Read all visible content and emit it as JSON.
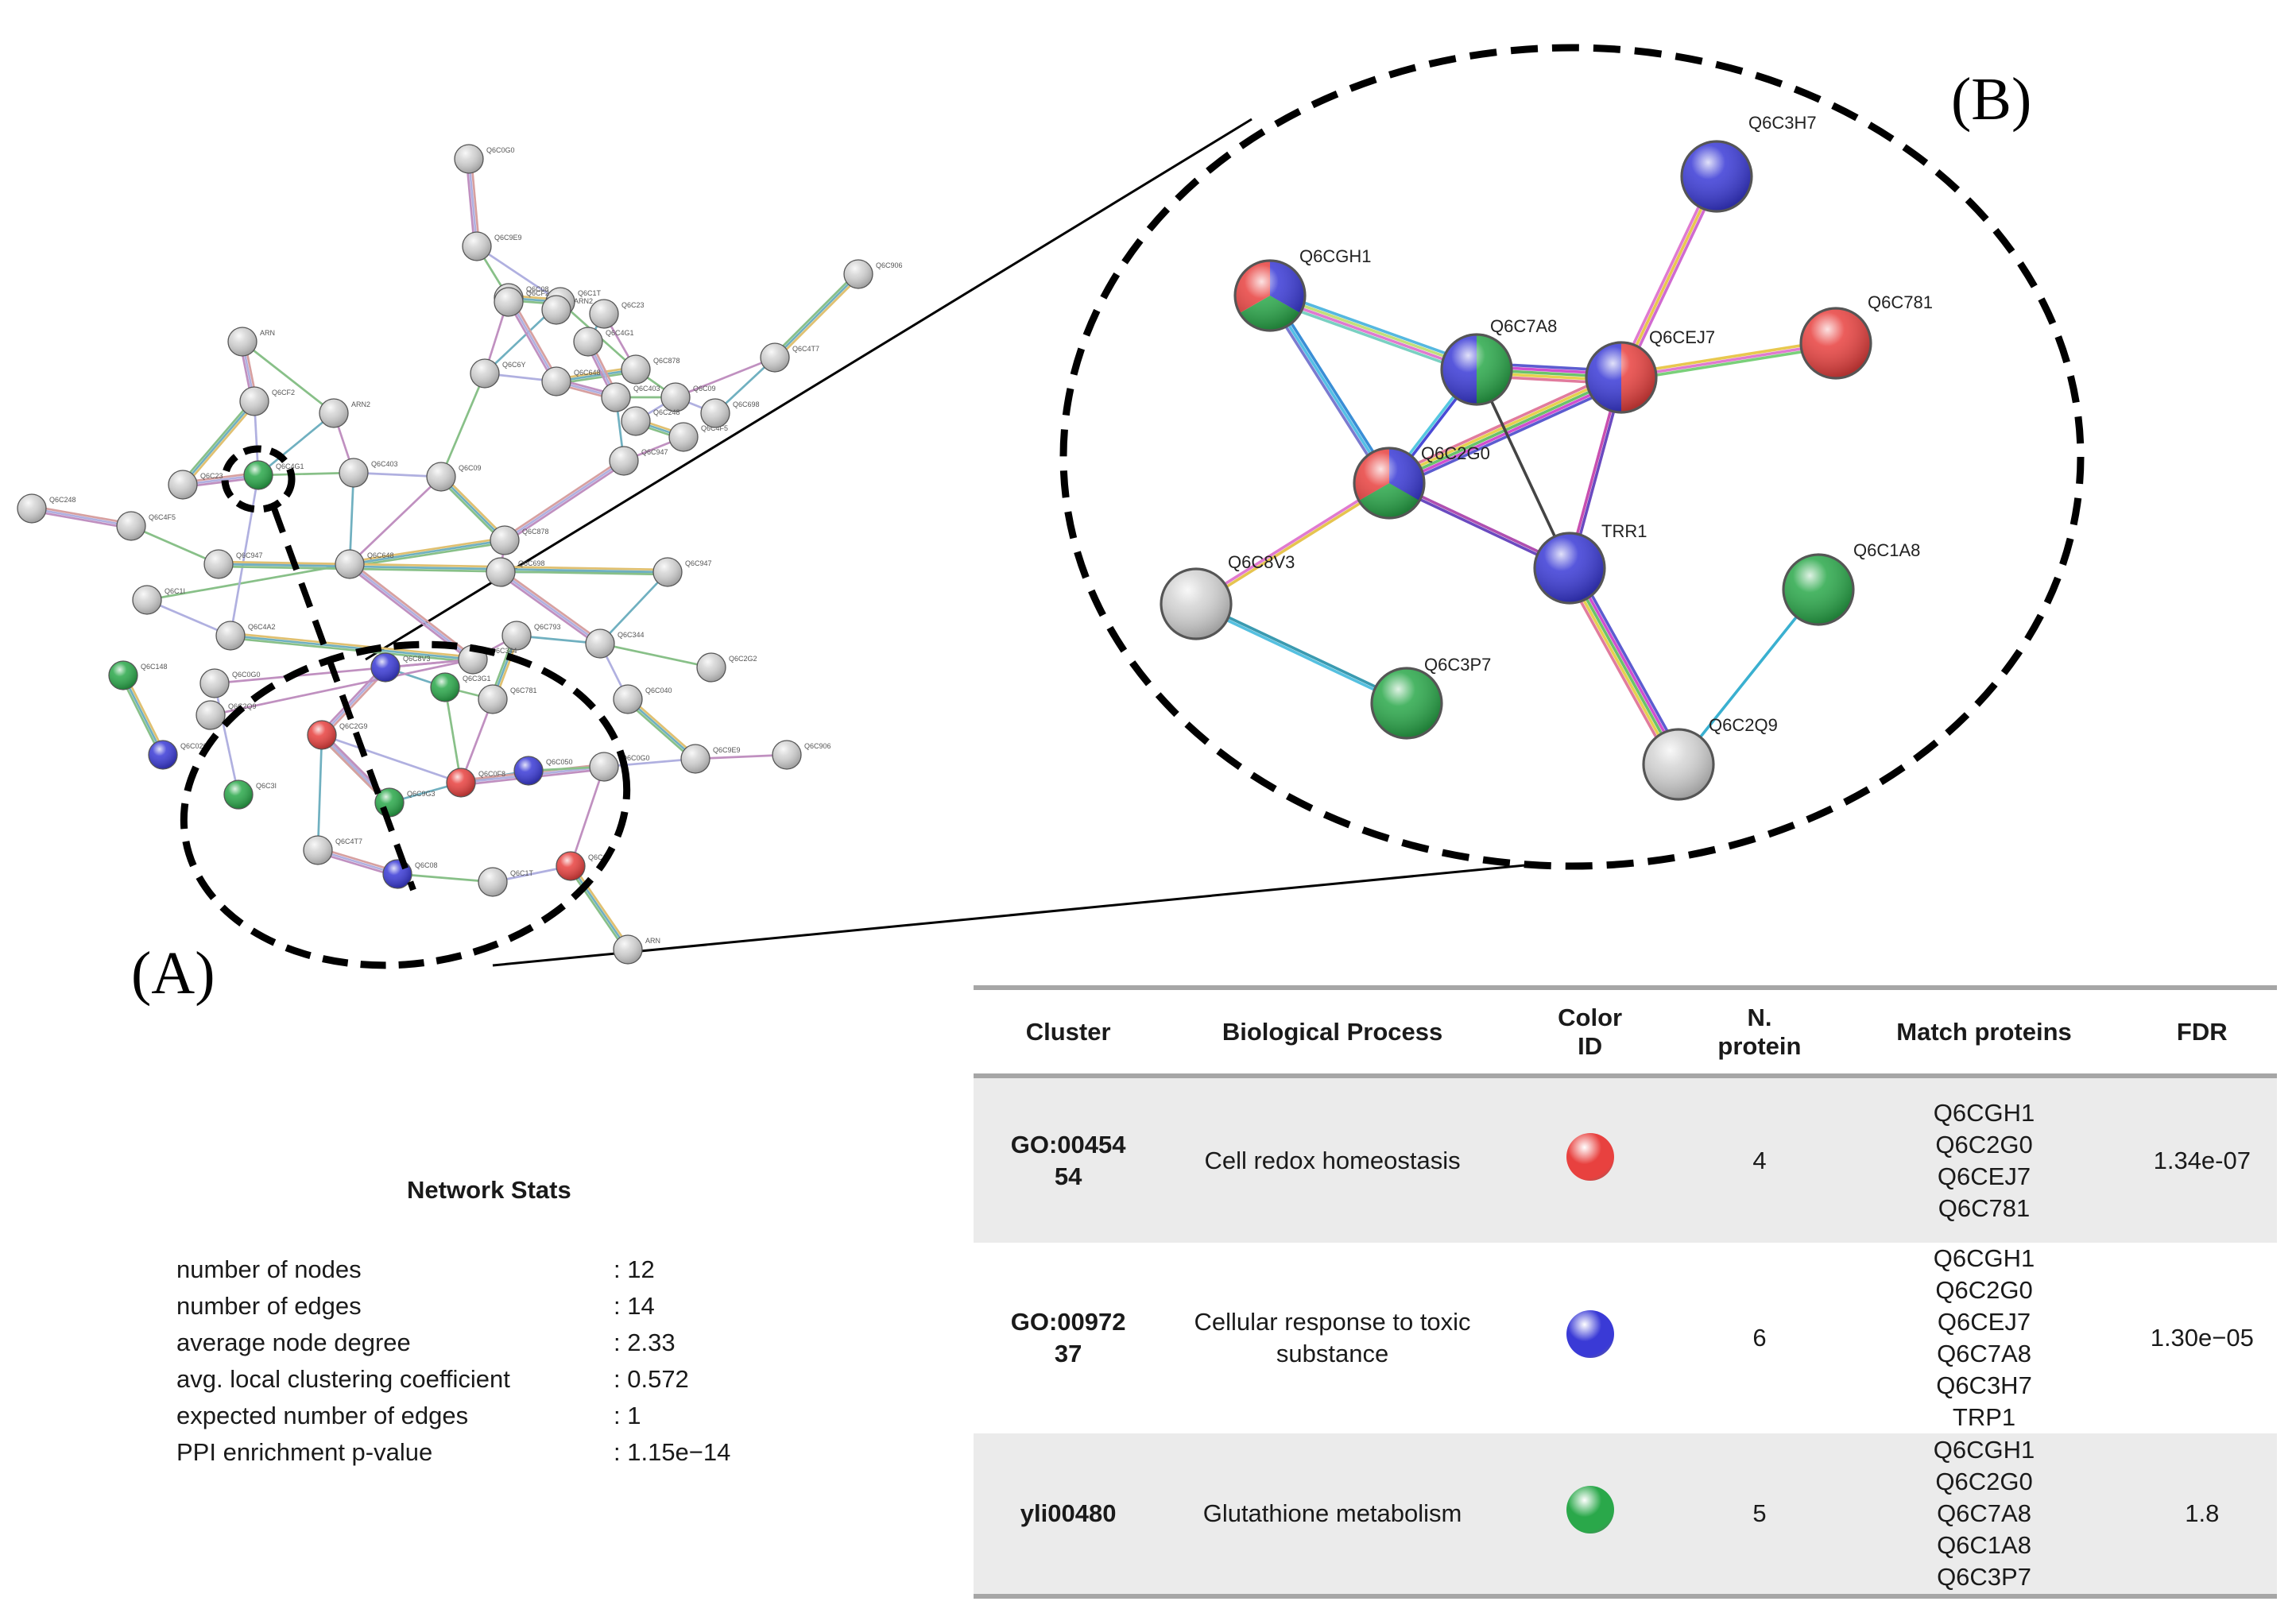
{
  "panels": {
    "a_label": "(A)",
    "b_label": "(B)"
  },
  "colors": {
    "red": "#e8413f",
    "blue": "#3a3ad6",
    "green": "#2aa84a",
    "gray": "#d4d4d4"
  },
  "network_a": {
    "labels": [
      "Q6C0G0",
      "Q6C9E9",
      "Q6C906",
      "Q6C4T7",
      "Q6C08",
      "Q6C1T",
      "Q6C6Y",
      "ARN",
      "Q6CF2",
      "ARN2",
      "Q6C23",
      "Q6C4G1",
      "Q6C403",
      "Q6C09",
      "Q6C248",
      "Q6C4F5",
      "Q6C947",
      "Q6C648",
      "Q6C878",
      "Q6C698",
      "Q6C1I",
      "Q6C4A2",
      "Q6C947",
      "Q6C793",
      "Q6C344",
      "Q6C344",
      "Q6C2G2",
      "Q6C148",
      "Q6C0G0",
      "Q6C8V3",
      "Q6C3G1",
      "Q6C2Q9",
      "Q6C2G9",
      "Q6C781",
      "Q6C040",
      "Q6C020",
      "Q6C3I",
      "Q6C9G3",
      "Q6C0F8",
      "Q6C050"
    ]
  },
  "network_b": {
    "nodes": [
      {
        "label": "Q6CGH1",
        "colors": [
          "blue",
          "green",
          "red"
        ]
      },
      {
        "label": "Q6C7A8",
        "colors": [
          "green",
          "blue"
        ]
      },
      {
        "label": "Q6CEJ7",
        "colors": [
          "red",
          "blue"
        ]
      },
      {
        "label": "Q6C3H7",
        "colors": [
          "blue"
        ]
      },
      {
        "label": "Q6C781",
        "colors": [
          "red"
        ]
      },
      {
        "label": "Q6C2G0",
        "colors": [
          "blue",
          "green",
          "red"
        ]
      },
      {
        "label": "TRR1",
        "colors": [
          "blue"
        ]
      },
      {
        "label": "Q6C8V3",
        "colors": [
          "gray"
        ]
      },
      {
        "label": "Q6C1A8",
        "colors": [
          "green"
        ]
      },
      {
        "label": "Q6C3P7",
        "colors": [
          "green"
        ]
      },
      {
        "label": "Q6C2Q9",
        "colors": [
          "gray"
        ]
      }
    ]
  },
  "stats": {
    "title": "Network Stats",
    "rows": [
      {
        "key": "number of nodes",
        "value": ": 12"
      },
      {
        "key": "number of edges",
        "value": ": 14"
      },
      {
        "key": "average node degree",
        "value": ": 2.33"
      },
      {
        "key": "avg. local clustering coefficient",
        "value": ": 0.572"
      },
      {
        "key": "expected number of edges",
        "value": ": 1"
      },
      {
        "key": "PPI enrichment p-value",
        "value": ": 1.15e−14"
      }
    ]
  },
  "table": {
    "headers": {
      "cluster": "Cluster",
      "process": "Biological Process",
      "color_line1": "Color",
      "color_line2": "ID",
      "nprot_line1": "N.",
      "nprot_line2": "protein",
      "match": "Match proteins",
      "fdr": "FDR"
    },
    "rows": [
      {
        "cluster_line1": "GO:00454",
        "cluster_line2": "54",
        "process": "Cell redox homeostasis",
        "color": "red",
        "n": "4",
        "proteins": [
          "Q6CGH1",
          "Q6C2G0",
          "Q6CEJ7",
          "Q6C781"
        ],
        "fdr": "1.34e-07"
      },
      {
        "cluster_line1": "GO:00972",
        "cluster_line2": "37",
        "process_line1": "Cellular response to toxic",
        "process_line2": "substance",
        "color": "blue",
        "n": "6",
        "proteins": [
          "Q6CGH1",
          "Q6C2G0",
          "Q6CEJ7",
          "Q6C7A8",
          "Q6C3H7",
          "TRP1"
        ],
        "fdr": "1.30e−05"
      },
      {
        "cluster": "yli00480",
        "process": "Glutathione metabolism",
        "color": "green",
        "n": "5",
        "proteins": [
          "Q6CGH1",
          "Q6C2G0",
          "Q6C7A8",
          "Q6C1A8",
          "Q6C3P7"
        ],
        "fdr": "1.8"
      }
    ]
  }
}
